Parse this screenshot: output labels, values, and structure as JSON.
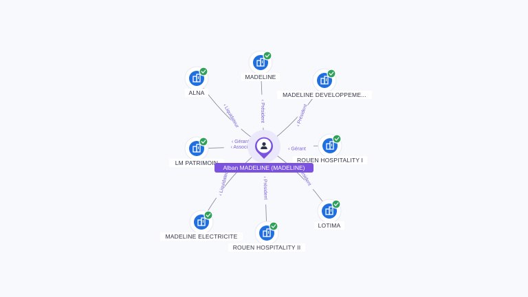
{
  "graph": {
    "center": {
      "label": "Alban MADELINE (MADELINE)",
      "icon": "person-icon",
      "color": "#7b52e0"
    },
    "companies": [
      {
        "id": "alna",
        "label": "ALNA",
        "icon": "building-icon",
        "verified": true
      },
      {
        "id": "madeline",
        "label": "MADELINE",
        "icon": "building-icon",
        "verified": true
      },
      {
        "id": "madeline-dev",
        "label": "MADELINE DEVELOPPEME...",
        "icon": "building-icon",
        "verified": true
      },
      {
        "id": "lm-patrimoine",
        "label": "LM PATRIMOIN",
        "icon": "building-icon",
        "verified": true
      },
      {
        "id": "rouen-1",
        "label": "ROUEN HOSPITALITY I",
        "icon": "building-icon",
        "verified": true
      },
      {
        "id": "madeline-elec",
        "label": "MADELINE ELECTRICITE",
        "icon": "building-icon",
        "verified": true
      },
      {
        "id": "rouen-2",
        "label": "ROUEN HOSPITALITY II",
        "icon": "building-icon",
        "verified": true
      },
      {
        "id": "lotima",
        "label": "LOTIMA",
        "icon": "building-icon",
        "verified": true
      }
    ],
    "relations": [
      {
        "to": "alna",
        "labels": [
          "Liquidateur"
        ]
      },
      {
        "to": "madeline",
        "labels": [
          "Président"
        ]
      },
      {
        "to": "madeline-dev",
        "labels": [
          "Président"
        ]
      },
      {
        "to": "lm-patrimoine",
        "labels": [
          "Gérant",
          "Associé"
        ]
      },
      {
        "to": "rouen-1",
        "labels": [
          "Gérant"
        ]
      },
      {
        "to": "madeline-elec",
        "labels": [
          "Liquidateur"
        ]
      },
      {
        "to": "rouen-2",
        "labels": [
          "Président"
        ]
      },
      {
        "to": "lotima",
        "labels": [
          "Président"
        ]
      }
    ],
    "colors": {
      "company_node": "#1f6fe0",
      "verified_badge": "#2fa15a",
      "relation_label": "#7b63d6",
      "center_node": "#7b52e0"
    }
  }
}
